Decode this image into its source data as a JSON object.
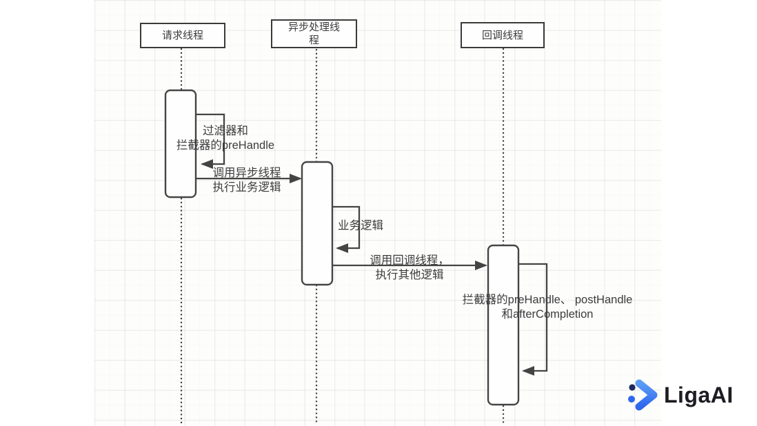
{
  "colors": {
    "diagram_stroke": "#444444",
    "diagram_text": "#3c3c3c",
    "logo_text_color": "#1c1c22",
    "brand_navy": "#1d2a5e",
    "brand_blue": "#2f66ee",
    "brand_blue_light": "#5b9df6"
  },
  "diagram": {
    "type": "sequence-diagram",
    "participants": [
      {
        "id": "request-thread",
        "label": "请求线程"
      },
      {
        "id": "async-thread",
        "label": "异步处理线\n程"
      },
      {
        "id": "callback-thread",
        "label": "回调线程"
      }
    ],
    "messages": [
      {
        "kind": "self-call",
        "lifeline": "请求线程",
        "label": "过滤器和\n拦截器的preHandle"
      },
      {
        "kind": "call",
        "from": "请求线程",
        "to": "异步处理线程",
        "label": "调用异步线程\n执行业务逻辑"
      },
      {
        "kind": "self-call",
        "lifeline": "异步处理线程",
        "label": "业务逻辑"
      },
      {
        "kind": "call",
        "from": "异步处理线程",
        "to": "回调线程",
        "label": "调用回调线程，\n执行其他逻辑"
      },
      {
        "kind": "self-call",
        "lifeline": "回调线程",
        "label": "拦截器的preHandle、 postHandle\n和afterCompletion"
      }
    ]
  },
  "branding": {
    "logo_text": "LigaAI"
  }
}
